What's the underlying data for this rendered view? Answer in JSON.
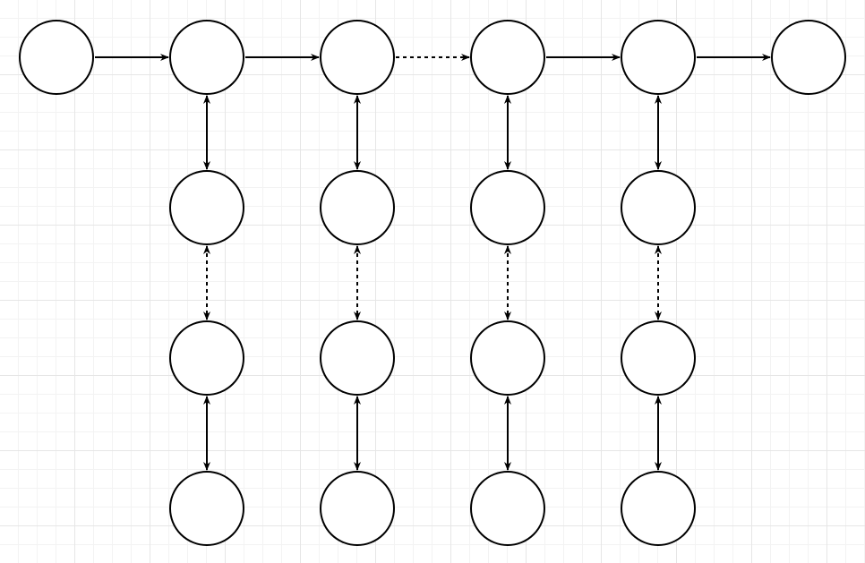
{
  "diagram": {
    "colors": {
      "stroke": "#000000",
      "fill": "#ffffff",
      "grid": "#e6e6e6"
    },
    "main_chain": {
      "node_count": 6,
      "links": [
        {
          "from": 0,
          "to": 1,
          "style": "solid",
          "direction": "forward"
        },
        {
          "from": 1,
          "to": 2,
          "style": "solid",
          "direction": "forward"
        },
        {
          "from": 2,
          "to": 3,
          "style": "dashed",
          "direction": "forward"
        },
        {
          "from": 3,
          "to": 4,
          "style": "solid",
          "direction": "forward"
        },
        {
          "from": 4,
          "to": 5,
          "style": "solid",
          "direction": "forward"
        }
      ]
    },
    "columns": {
      "parent_nodes": [
        1,
        2,
        3,
        4
      ],
      "nodes_per_column": 3,
      "links": [
        {
          "style": "solid",
          "direction": "both"
        },
        {
          "style": "dashed",
          "direction": "both"
        },
        {
          "style": "solid",
          "direction": "both"
        }
      ]
    }
  }
}
